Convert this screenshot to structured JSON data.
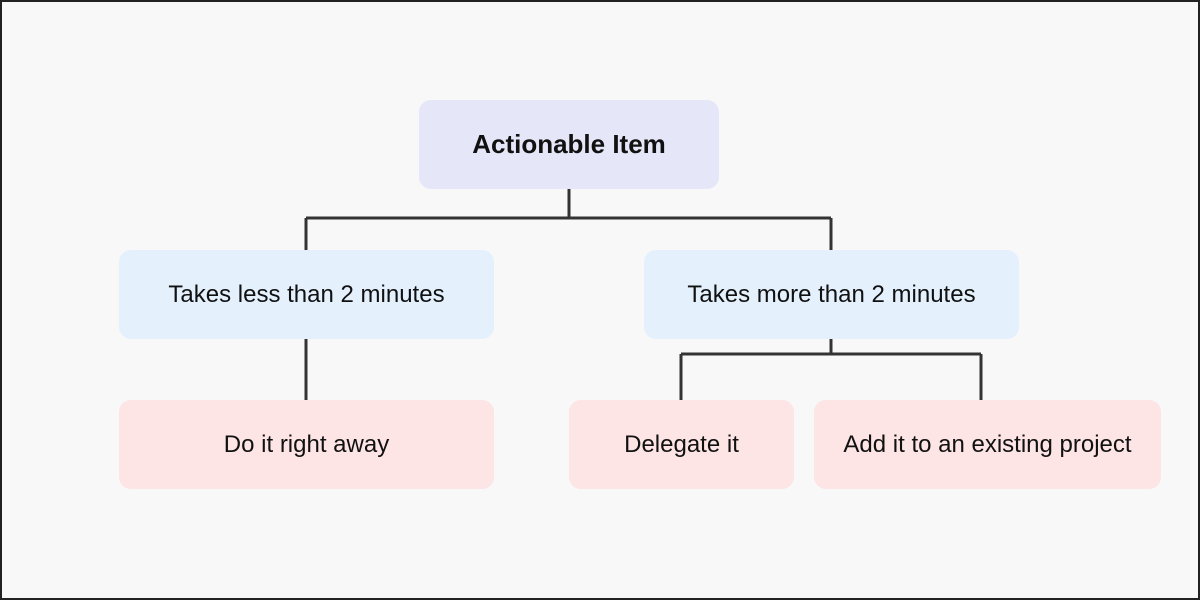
{
  "diagram": {
    "root": {
      "label": "Actionable Item",
      "color": "#e5e6f8"
    },
    "branches": [
      {
        "label": "Takes less than 2 minutes",
        "color": "#e4f1fd",
        "children": [
          {
            "label": "Do it right away",
            "color": "#fde4e5"
          }
        ]
      },
      {
        "label": "Takes more than 2 minutes",
        "color": "#e4f1fd",
        "children": [
          {
            "label": "Delegate it",
            "color": "#fde4e5"
          },
          {
            "label": "Add it to an existing project",
            "color": "#fde4e5"
          }
        ]
      }
    ],
    "connector_color": "#333333",
    "background_color": "#f8f8f8"
  }
}
